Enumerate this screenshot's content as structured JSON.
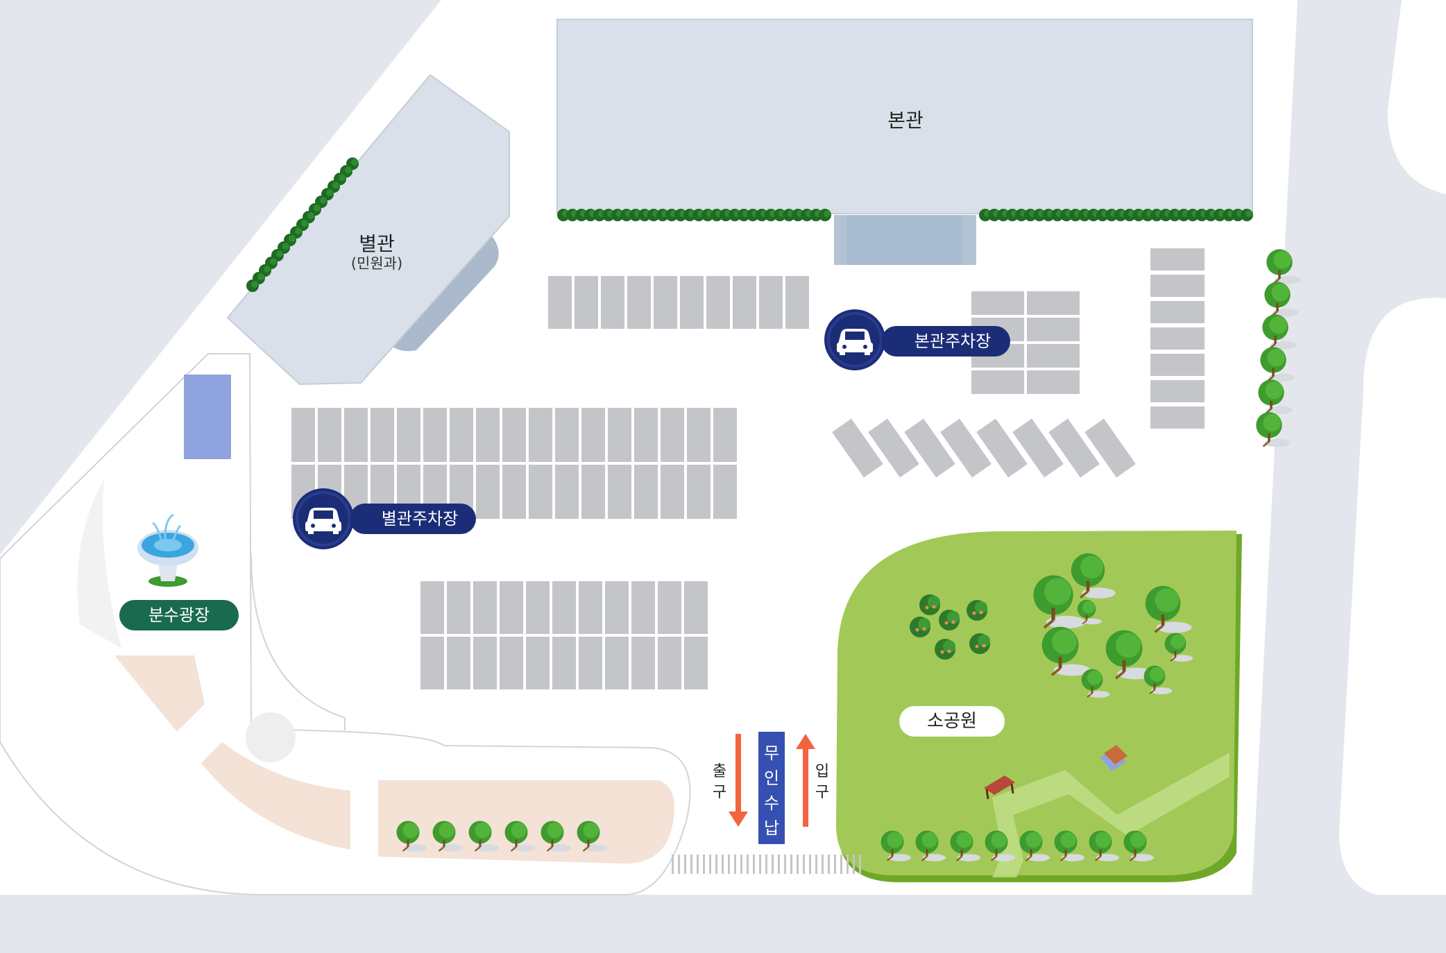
{
  "buildings": {
    "main": {
      "title": "본관"
    },
    "annex": {
      "title": "별관",
      "subtitle": "(민원과)"
    }
  },
  "parking": {
    "main": {
      "label": "본관주차장",
      "icon": "car-icon"
    },
    "annex": {
      "label": "별관주차장",
      "icon": "car-icon"
    }
  },
  "areas": {
    "fountain": {
      "label": "분수광장",
      "icon": "fountain-icon"
    },
    "park": {
      "label": "소공원",
      "icon": "tree-icon"
    }
  },
  "gate": {
    "exit": {
      "label": "출구"
    },
    "booth": {
      "label": "무인수납"
    },
    "entrance": {
      "label": "입구"
    }
  },
  "colors": {
    "background": "#e3e7ed",
    "ground": "#ffffff",
    "building": "#d9e0e9",
    "parking_space": "#c3c5c8",
    "park_green": "#a2c957",
    "label_navy": "#1c2d78",
    "label_green": "#1a6a4f",
    "arrow_red": "#f2643f",
    "booth_blue": "#3550b0",
    "plaza_paving": "#f4e2d6"
  }
}
